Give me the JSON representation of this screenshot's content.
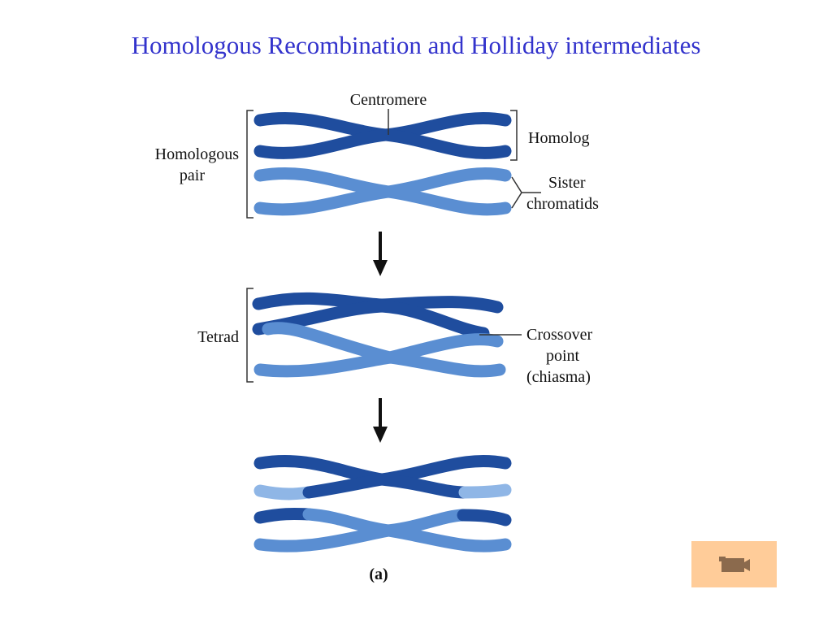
{
  "slide": {
    "title": "Homologous Recombination and Holliday intermediates"
  },
  "diagram": {
    "labels": {
      "centromere": "Centromere",
      "homolog": "Homolog",
      "homologous_pair_1": "Homologous",
      "homologous_pair_2": "pair",
      "sister_1": "Sister",
      "sister_2": "chromatids",
      "tetrad": "Tetrad",
      "crossover_1": "Crossover",
      "crossover_2": "point",
      "crossover_3": "(chiasma)",
      "panel": "(a)"
    },
    "colors": {
      "dark_chromatid": "#1f4d9e",
      "light_chromatid": "#5a8ed2",
      "title": "#3333cc"
    }
  },
  "media_button": {
    "icon": "movie-camera-icon",
    "background": "#ffcc99"
  }
}
